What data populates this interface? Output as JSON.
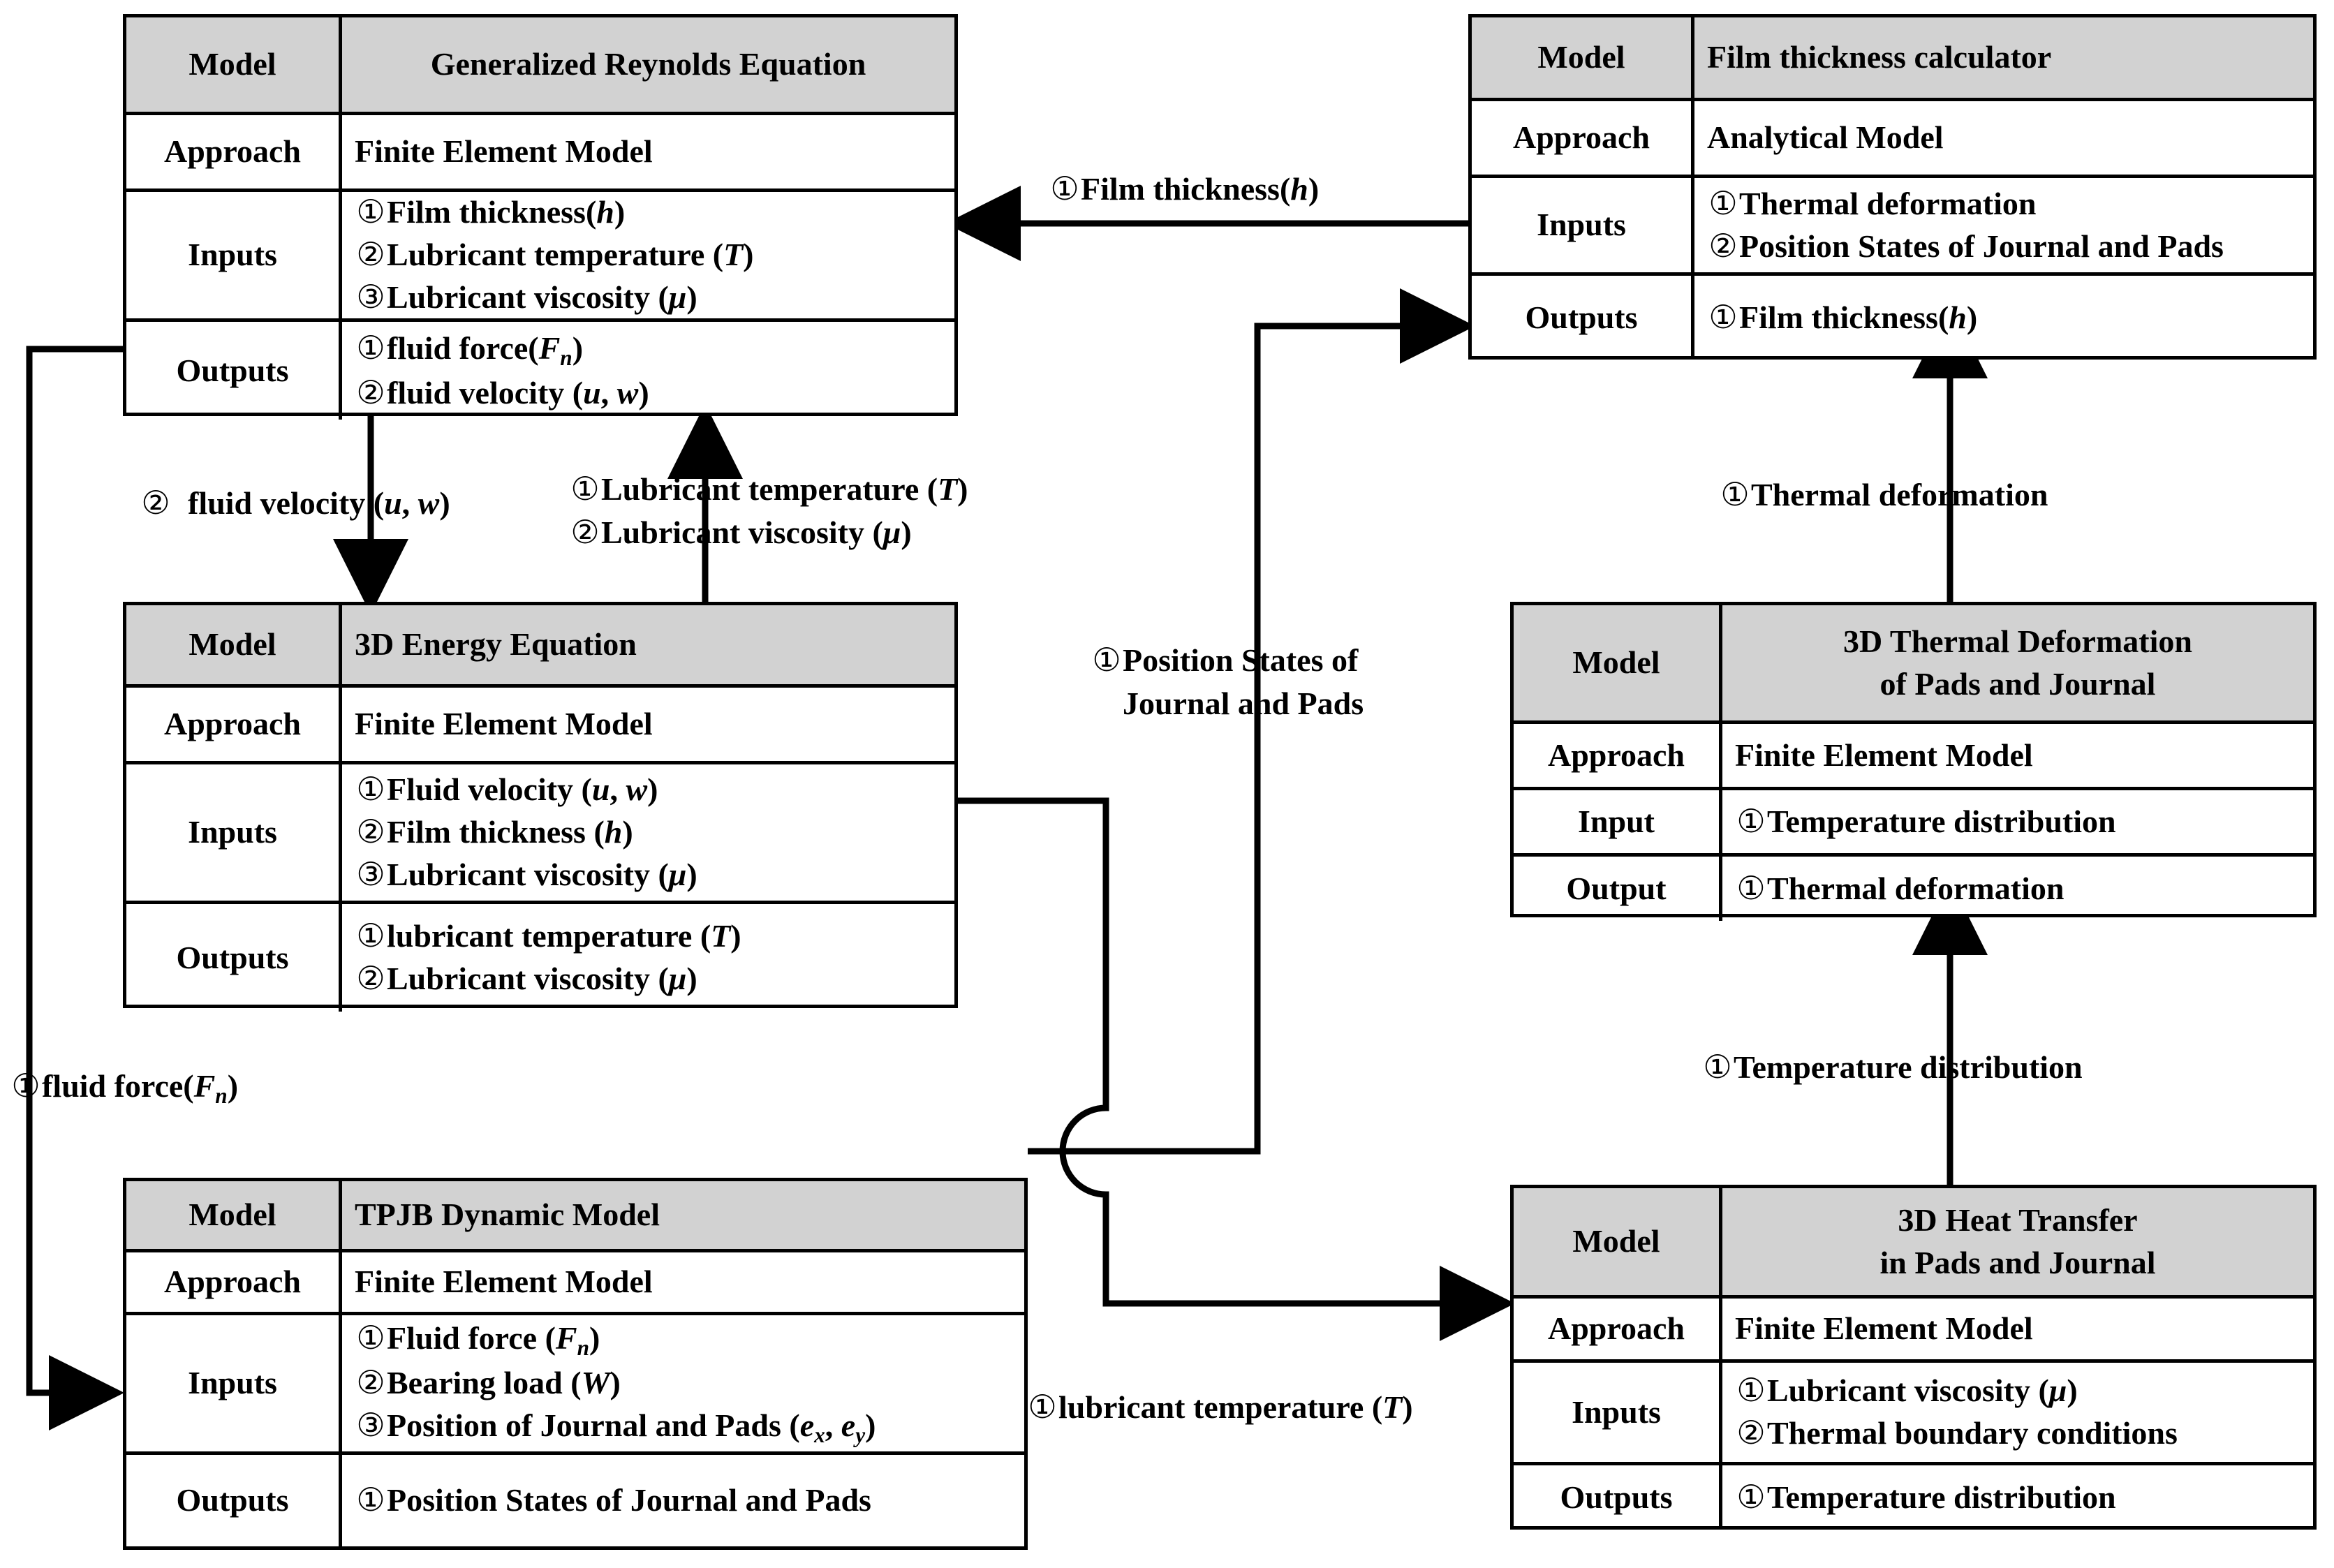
{
  "diagram": {
    "title": "TPJB thermo-elasto-hydrodynamic model interaction flowchart",
    "colors": {
      "header_fill": "#d2d2d2",
      "line": "#000000",
      "background": "#ffffff"
    },
    "row_labels": {
      "model": "Model",
      "approach": "Approach",
      "inputs": "Inputs",
      "outputs": "Outputs",
      "input_singular": "Input",
      "output_singular": "Output"
    }
  },
  "blocks": {
    "reynolds": {
      "model_label": "Model",
      "model_value": "Generalized Reynolds Equation",
      "approach_label": "Approach",
      "approach_value": "Finite Element Model",
      "inputs_label": "Inputs",
      "inputs": [
        {
          "num": "①",
          "text": "Film thickness(h)"
        },
        {
          "num": "②",
          "text": "Lubricant temperature (T)"
        },
        {
          "num": "③",
          "text": "Lubricant viscosity (μ)"
        }
      ],
      "outputs_label": "Outputs",
      "outputs": [
        {
          "num": "①",
          "text": "fluid force(Fn)"
        },
        {
          "num": "②",
          "text": "fluid velocity (u, w)"
        }
      ]
    },
    "film_thickness": {
      "model_label": "Model",
      "model_value": "Film thickness calculator",
      "approach_label": "Approach",
      "approach_value": "Analytical Model",
      "inputs_label": "Inputs",
      "inputs": [
        {
          "num": "①",
          "text": "Thermal deformation"
        },
        {
          "num": "②",
          "text": "Position States of Journal and Pads"
        }
      ],
      "outputs_label": "Outputs",
      "outputs": [
        {
          "num": "①",
          "text": "Film thickness(h)"
        }
      ]
    },
    "energy": {
      "model_label": "Model",
      "model_value": "3D Energy Equation",
      "approach_label": "Approach",
      "approach_value": "Finite Element Model",
      "inputs_label": "Inputs",
      "inputs": [
        {
          "num": "①",
          "text": "Fluid velocity (u, w)"
        },
        {
          "num": "②",
          "text": "Film thickness (h)"
        },
        {
          "num": "③",
          "text": "Lubricant viscosity (μ)"
        }
      ],
      "outputs_label": "Outputs",
      "outputs": [
        {
          "num": "①",
          "text": "lubricant temperature (T)"
        },
        {
          "num": "②",
          "text": "Lubricant viscosity (μ)"
        }
      ]
    },
    "thermal_deformation": {
      "model_label": "Model",
      "model_value_line1": "3D Thermal Deformation",
      "model_value_line2": "of Pads and Journal",
      "approach_label": "Approach",
      "approach_value": "Finite Element Model",
      "inputs_label": "Input",
      "inputs": [
        {
          "num": "①",
          "text": "Temperature distribution"
        }
      ],
      "outputs_label": "Output",
      "outputs": [
        {
          "num": "①",
          "text": "Thermal deformation"
        }
      ]
    },
    "tpjb": {
      "model_label": "Model",
      "model_value": "TPJB Dynamic Model",
      "approach_label": "Approach",
      "approach_value": "Finite Element Model",
      "inputs_label": "Inputs",
      "inputs": [
        {
          "num": "①",
          "text": "Fluid force (Fn)"
        },
        {
          "num": "②",
          "text": "Bearing load (W)"
        },
        {
          "num": "③",
          "text": "Position of Journal and Pads (ex, ey)"
        }
      ],
      "outputs_label": "Outputs",
      "outputs": [
        {
          "num": "①",
          "text": "Position States of Journal and Pads"
        }
      ]
    },
    "heat_transfer": {
      "model_label": "Model",
      "model_value_line1": "3D Heat Transfer",
      "model_value_line2": "in Pads and Journal",
      "approach_label": "Approach",
      "approach_value": "Finite Element Model",
      "inputs_label": "Inputs",
      "inputs": [
        {
          "num": "①",
          "text": "Lubricant viscosity (μ)"
        },
        {
          "num": "②",
          "text": "Thermal boundary conditions"
        }
      ],
      "outputs_label": "Outputs",
      "outputs": [
        {
          "num": "①",
          "text": "Temperature distribution"
        }
      ]
    }
  },
  "edge_labels": {
    "film_thickness_to_reynolds": {
      "num": "①",
      "text": "Film thickness(h)"
    },
    "fluid_velocity_down": {
      "num": "②",
      "text": "fluid velocity (u, w)"
    },
    "temp_visc_up_line1": {
      "num": "①",
      "text": "Lubricant temperature (T)"
    },
    "temp_visc_up_line2": {
      "num": "②",
      "text": "Lubricant viscosity (μ)"
    },
    "position_states_line1": {
      "num": "①",
      "text": "Position States of"
    },
    "position_states_line2": {
      "text": "Journal and Pads"
    },
    "thermal_deformation_up": {
      "num": "①",
      "text": "Thermal deformation"
    },
    "temperature_distribution_up": {
      "num": "①",
      "text": "Temperature distribution"
    },
    "fluid_force_left": {
      "num": "①",
      "text": "fluid force(Fn)"
    },
    "lubricant_temperature_right": {
      "num": "①",
      "text": "lubricant temperature (T)"
    }
  }
}
